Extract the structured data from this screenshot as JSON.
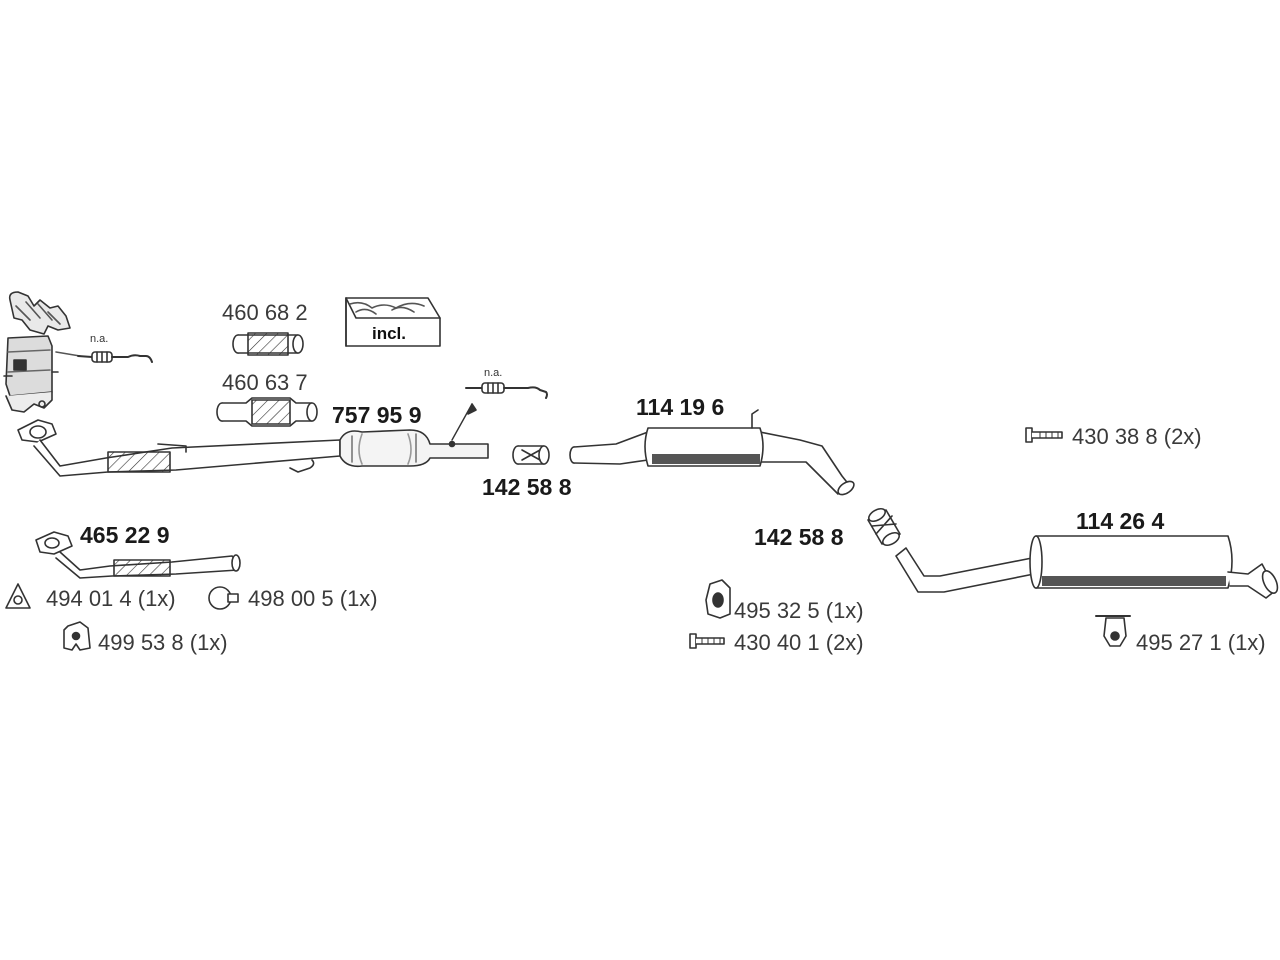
{
  "colors": {
    "background": "#ffffff",
    "part_fill": "#ffffff",
    "part_stroke": "#333333",
    "shading": "#555555"
  },
  "parts": {
    "manifold": {
      "note": "n.a."
    },
    "flex_pipe_1": {
      "number": "460 68 2"
    },
    "flex_pipe_2": {
      "number": "460 63 7"
    },
    "mounting_kit": {
      "label": "incl."
    },
    "catalytic_converter": {
      "number": "757 95 9"
    },
    "sensor_2": {
      "note": "n.a."
    },
    "front_clamp": {
      "number": "142 58 8"
    },
    "middle_silencer": {
      "number": "114 19 6"
    },
    "rear_clamp": {
      "number": "142 58 8"
    },
    "rear_silencer": {
      "number": "114 26 4"
    },
    "front_pipe": {
      "number": "465 22 9"
    },
    "gasket": {
      "number": "494 01 4 (1x)"
    },
    "clamp_ring": {
      "number": "498 00 5 (1x)"
    },
    "rubber_mount": {
      "number": "499 53 8 (1x)"
    },
    "bracket_mid": {
      "number": "495 32 5 (1x)"
    },
    "bolt_mid": {
      "number": "430 40 1 (2x)"
    },
    "bolt_top": {
      "number": "430 38 8 (2x)"
    },
    "rear_hanger": {
      "number": "495 27 1 (1x)"
    }
  }
}
